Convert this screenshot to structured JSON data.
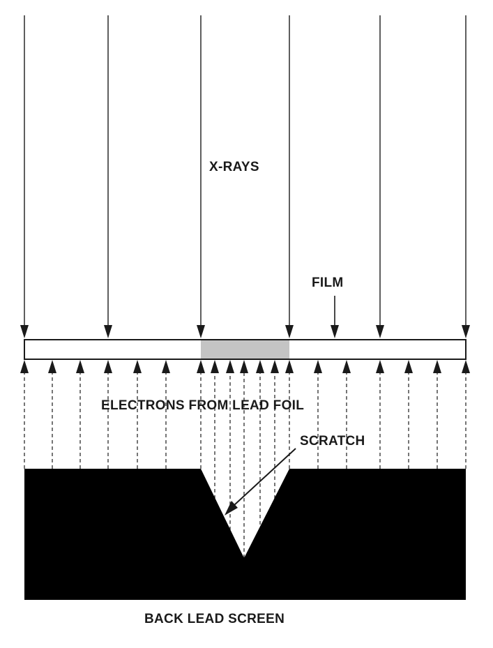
{
  "labels": {
    "xrays": "X-RAYS",
    "film": "FILM",
    "electrons": "ELECTRONS FROM LEAD FOIL",
    "scratch": "SCRATCH",
    "back_lead_screen": "BACK LEAD SCREEN"
  },
  "colors": {
    "background": "#ffffff",
    "line": "#1a1a1a",
    "lead_screen": "#000000",
    "film_exposed": "#c4c4c4"
  }
}
